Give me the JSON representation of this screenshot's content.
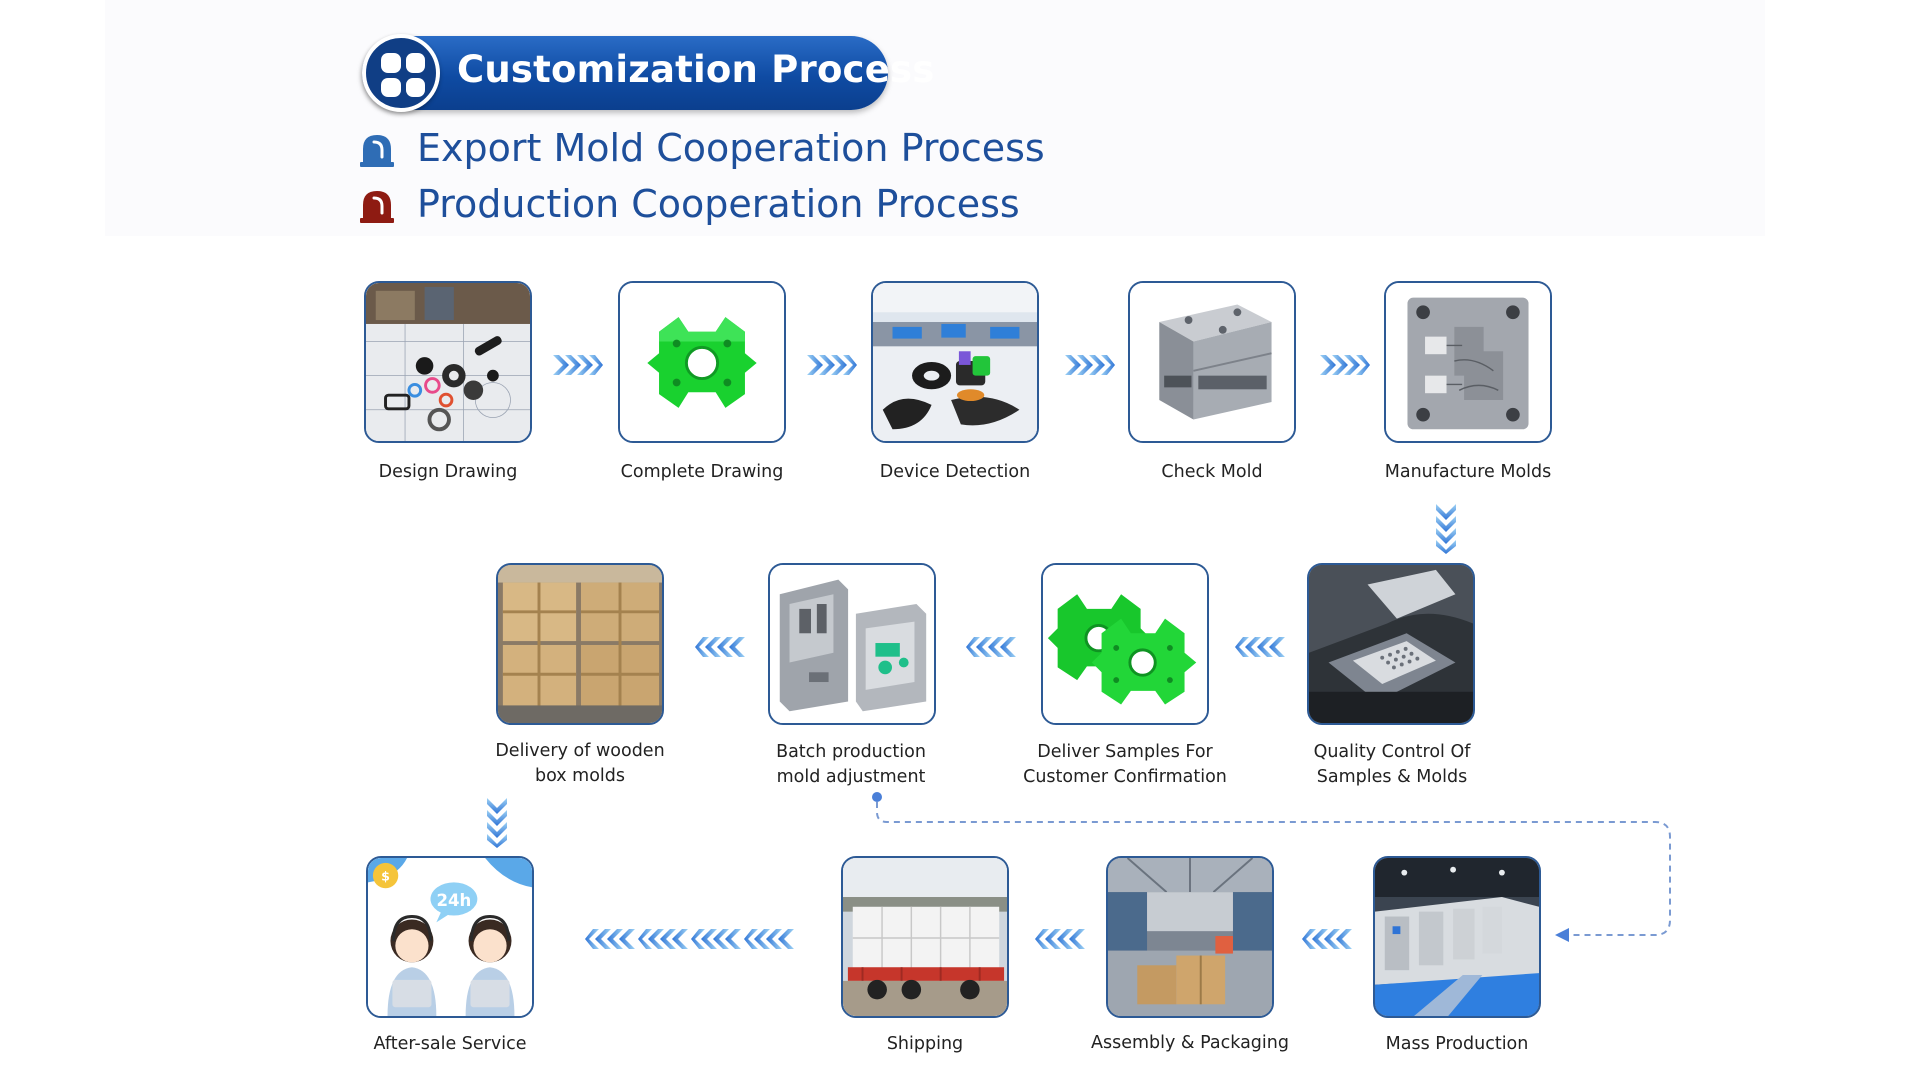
{
  "header": {
    "title": "Customization Process",
    "title_icon": "four-squares-grid-icon",
    "legend": [
      {
        "label": "Export Mold Cooperation Process",
        "icon": "blue-bell-marker-icon",
        "color": "#2f6db5"
      },
      {
        "label": "Production Cooperation Process",
        "icon": "red-bell-marker-icon",
        "color": "#8e1b12"
      }
    ]
  },
  "colors": {
    "primary": "#1e4f9b",
    "frame": "#2d5a95",
    "arrow": "#2f74d6",
    "arrow_light": "#9fd3f5",
    "dashed_connector": "#7a9ad2"
  },
  "steps": [
    {
      "label": "Design Drawing",
      "image": "rubber-parts-on-blueprint"
    },
    {
      "label": "Complete Drawing",
      "image": "green-3d-part"
    },
    {
      "label": "Device Detection",
      "image": "lab-inspection-equipment"
    },
    {
      "label": "Check  Mold",
      "image": "steel-mold-base"
    },
    {
      "label": "Manufacture Molds",
      "image": "machined-mold-plate"
    },
    {
      "label": "Quality Control Of\nSamples & Molds",
      "image": "inspection-machine"
    },
    {
      "label": "Deliver Samples For\nCustomer Confirmation",
      "image": "green-sample-parts"
    },
    {
      "label": "Batch production\nmold adjustment",
      "image": "open-mold-with-parts"
    },
    {
      "label": "Delivery of wooden\nbox molds",
      "image": "wooden-crates"
    },
    {
      "label": "Mass Production",
      "image": "injection-molding-line"
    },
    {
      "label": "Assembly & Packaging",
      "image": "warehouse-cartons"
    },
    {
      "label": "Shipping",
      "image": "loaded-truck"
    },
    {
      "label": "After-sale Service",
      "image": "support-agents-24h"
    }
  ],
  "service_badge": "24h"
}
